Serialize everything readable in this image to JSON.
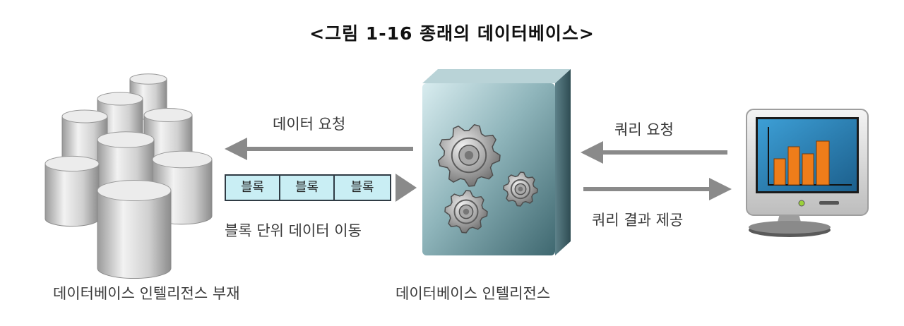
{
  "title": "<그림 1-16 종래의 데이터베이스>",
  "labels": {
    "data_request": "데이터 요청",
    "block_move": "블록 단위 데이터 이동",
    "query_request": "쿼리 요청",
    "query_result": "쿼리 결과 제공",
    "db_no_intel": "데이터베이스 인텔리전스 부재",
    "db_intel": "데이터베이스 인텔리전스"
  },
  "blocks": [
    "블록",
    "블록",
    "블록"
  ],
  "colors": {
    "arrow": "#8a8a8a",
    "block_fill": "#c9eef4",
    "server_body": "#7fa6ad",
    "monitor_screen": "#2b7fb0",
    "bars": "#ef7d1a"
  }
}
